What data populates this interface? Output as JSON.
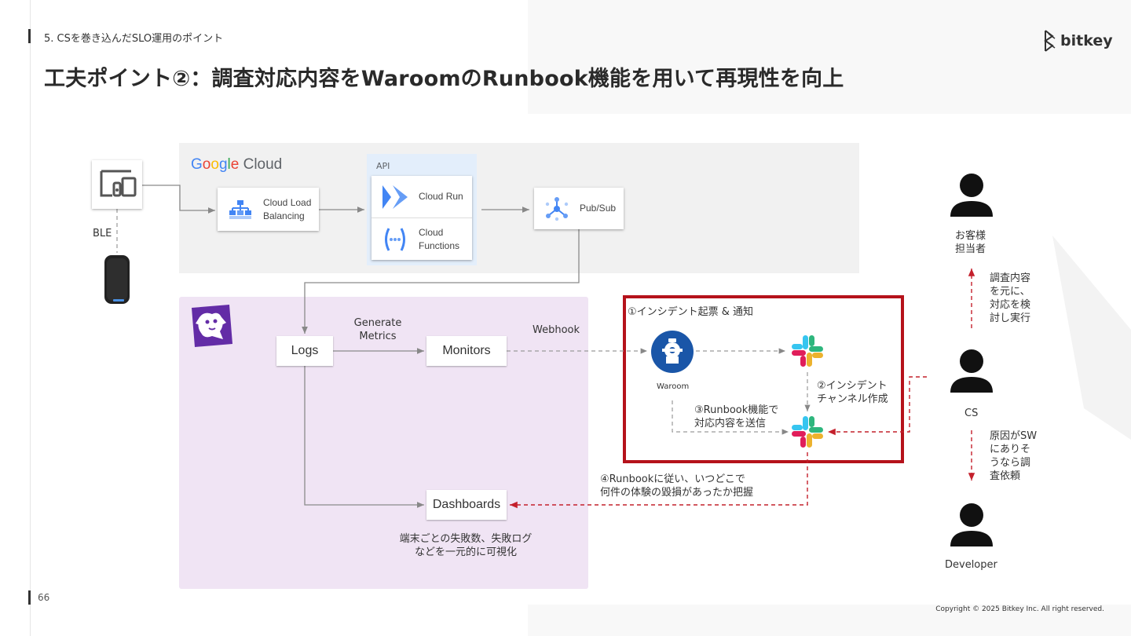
{
  "header": {
    "breadcrumb": "5. CSを巻き込んだSLO運用のポイント",
    "title": "工夫ポイント②：調査対応内容をWaroomのRunbook機能を用いて再現性を向上",
    "logo_text": "bitkey"
  },
  "footer": {
    "page_number": "66",
    "copyright": "Copyright © 2025 Bitkey Inc. All right reserved."
  },
  "google_cloud": {
    "logo": {
      "g1": "G",
      "g2": "o",
      "g3": "o",
      "g4": "g",
      "g5": "l",
      "g6": "e",
      "cloud": " Cloud"
    },
    "api_label": "API",
    "load_balancing": "Cloud Load\nBalancing",
    "cloud_run": "Cloud Run",
    "cloud_functions": "Cloud\nFunctions",
    "pubsub": "Pub/Sub"
  },
  "device": {
    "ble_label": "BLE"
  },
  "datadog": {
    "logs": "Logs",
    "generate_metrics": "Generate\nMetrics",
    "monitors": "Monitors",
    "webhook": "Webhook",
    "dashboards": "Dashboards",
    "dashboards_note": "端末ごとの失敗数、失敗ログ\nなどを一元的に可視化"
  },
  "incident": {
    "step1": "①インシデント起票 & 通知",
    "waroom_label": "Waroom",
    "step2": "②インシデント\nチャンネル作成",
    "step3": "③Runbook機能で\n対応内容を送信",
    "step4": "④Runbookに従い、いつどこで\n何件の体験の毀損があったか把握"
  },
  "people": {
    "customer": "お客様\n担当者",
    "cs": "CS",
    "developer": "Developer",
    "cs_to_customer": "調査内容\nを元に、\n対応を検\n討し実行",
    "cs_to_developer": "原因がSW\nにありそ\nうなら調\n査依頼"
  },
  "colors": {
    "accent_red": "#b5121b",
    "dashed_red": "#c4202c",
    "datadog_purple": "#632ca6",
    "waroom_blue": "#1a56a8",
    "gc_region": "#f1f1f1",
    "dd_region": "#f0e4f4",
    "api_region": "#e3eefb"
  }
}
